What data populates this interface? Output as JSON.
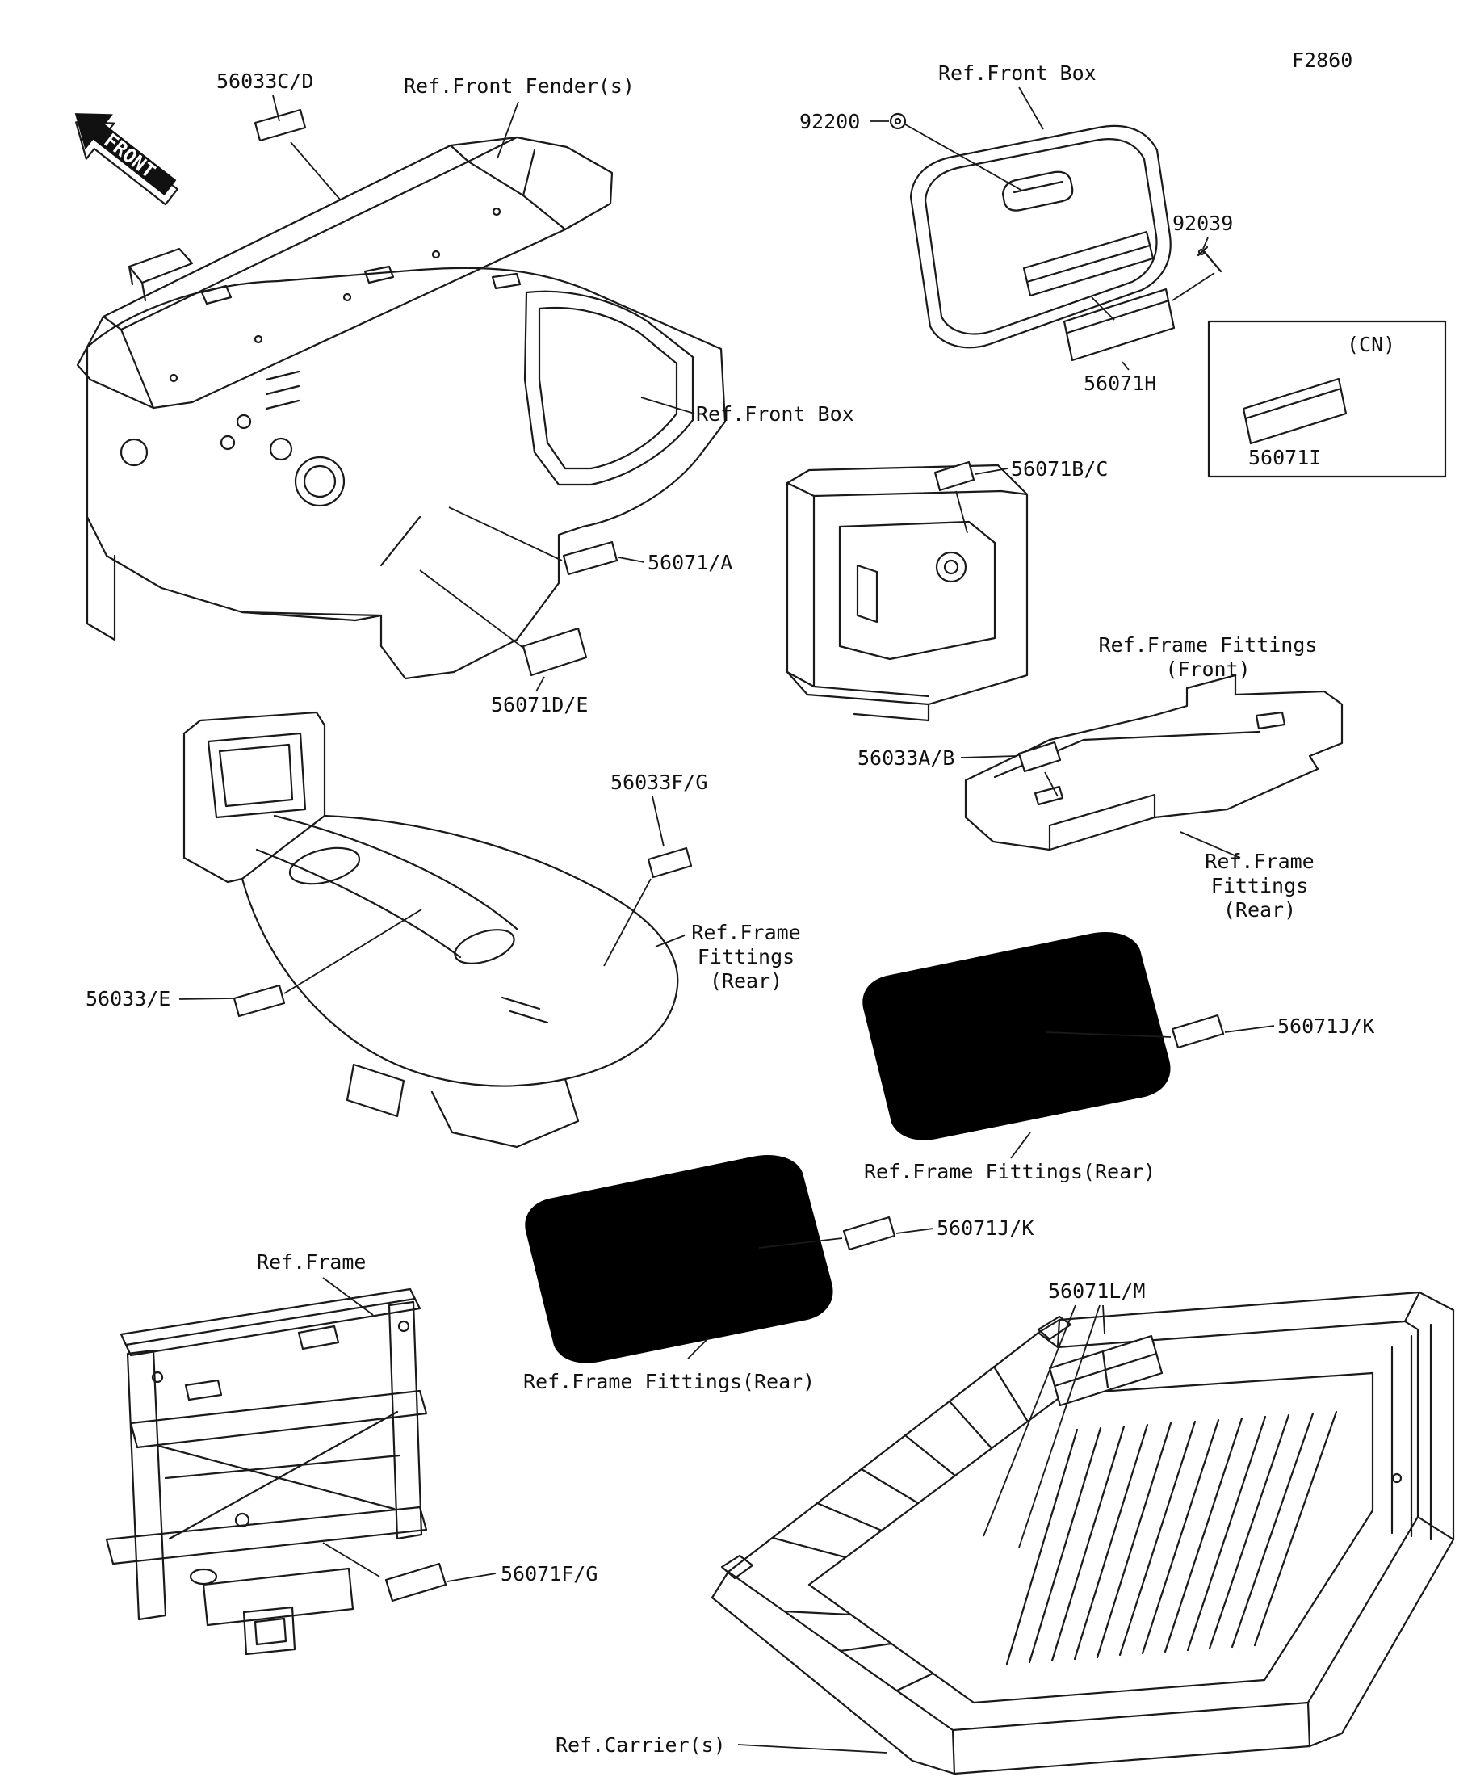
{
  "page": {
    "figure_code": "F2860"
  },
  "orientation": {
    "front_label": "FRONT"
  },
  "callouts": {
    "c56033cd": "56033C/D",
    "c92200": "92200",
    "c92039": "92039",
    "c56071h": "56071H",
    "cn_variant": "(CN)",
    "c56071i": "56071I",
    "c56071bc": "56071B/C",
    "c56071a": "56071/A",
    "c56071de": "56071D/E",
    "c56033ab": "56033A/B",
    "c56033fg": "56033F/G",
    "c56033e": "56033/E",
    "c56071jk_a": "56071J/K",
    "c56071jk_b": "56071J/K",
    "c56071lm": "56071L/M",
    "c56071fg": "56071F/G"
  },
  "references": {
    "front_fenders": "Ref.Front Fender(s)",
    "front_box_a": "Ref.Front Box",
    "front_box_b": "Ref.Front Box",
    "frame_fittings_front": "Ref.Frame Fittings\n(Front)",
    "frame_fittings_rear_a": "Ref.Frame\nFittings\n(Rear)",
    "frame_fittings_rear_b": "Ref.Frame\nFittings\n(Rear)",
    "frame_fittings_rear_c": "Ref.Frame Fittings(Rear)",
    "frame_fittings_rear_d": "Ref.Frame Fittings(Rear)",
    "frame": "Ref.Frame",
    "carriers": "Ref.Carrier(s)"
  }
}
